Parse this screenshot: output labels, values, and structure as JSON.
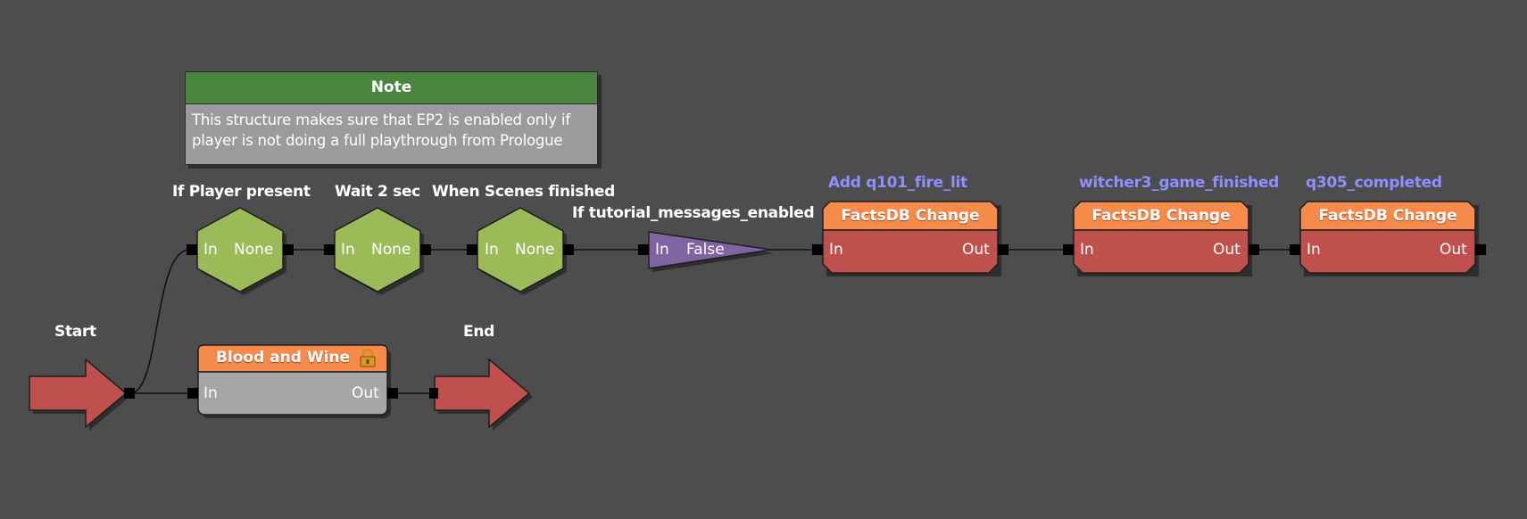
{
  "note": {
    "title": "Note",
    "body": "This structure makes sure that EP2 is enabled only if player is not doing a full playthrough from Prologue"
  },
  "labels": {
    "start": "Start",
    "end": "End",
    "if_player_present": "If Player present",
    "wait_2_sec": "Wait 2 sec",
    "when_scenes_finished": "When Scenes finished",
    "if_tutorial": "If tutorial_messages_enabled",
    "add_q101": "Add q101_fire_lit",
    "witcher3_game_finished": "witcher3_game_finished",
    "q305_completed": "q305_completed"
  },
  "hex_nodes": [
    {
      "in": "In",
      "out": "None"
    },
    {
      "in": "In",
      "out": "None"
    },
    {
      "in": "In",
      "out": "None"
    }
  ],
  "condition": {
    "in": "In",
    "out": "False"
  },
  "phase": {
    "title": "Blood and Wine",
    "in": "In",
    "out": "Out"
  },
  "facts_nodes": [
    {
      "title": "FactsDB Change",
      "in": "In",
      "out": "Out"
    },
    {
      "title": "FactsDB Change",
      "in": "In",
      "out": "Out"
    },
    {
      "title": "FactsDB Change",
      "in": "In",
      "out": "Out"
    }
  ],
  "colors": {
    "background": "#4d4d4d",
    "hex_fill": "#9bbb59",
    "facts_header": "#f58a4b",
    "facts_body": "#c0504d",
    "condition_fill": "#8064a2",
    "arrow_fill": "#c0504d",
    "note_header": "#4a8540",
    "note_body": "#9b9b9b",
    "phase_body": "#a6a6a6"
  }
}
